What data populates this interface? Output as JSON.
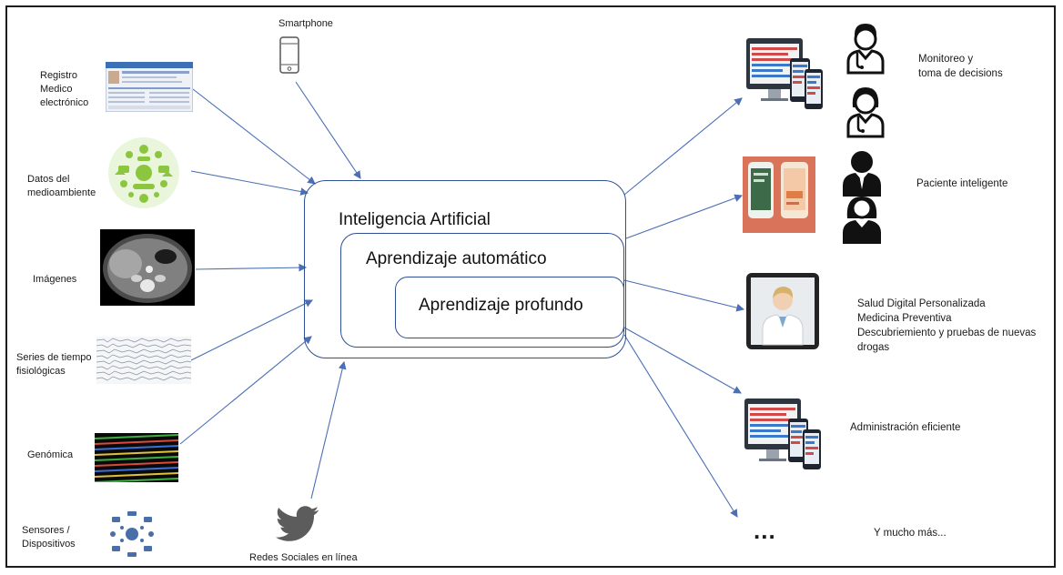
{
  "inputs": {
    "smartphone": "Smartphone",
    "ehr": [
      "Registro",
      "Medico",
      "electrónico"
    ],
    "environment": [
      "Datos del",
      "medioambiente"
    ],
    "images": "Imágenes",
    "timeseries": [
      "Series de tiempo",
      "fisiológicas"
    ],
    "genomics": "Genómica",
    "sensors": [
      "Sensores /",
      "Dispositivos"
    ],
    "social": "Redes Sociales en línea"
  },
  "core": {
    "ai": "Inteligencia Artificial",
    "ml": "Aprendizaje automático",
    "dl": "Aprendizaje profundo"
  },
  "outputs": {
    "monitoring": [
      "Monitoreo y",
      "toma de decisions"
    ],
    "patient": "Paciente inteligente",
    "digital_health": [
      "Salud Digital Personalizada",
      "Medicina Preventiva",
      "Descubriemiento y pruebas de nuevas",
      "drogas"
    ],
    "admin": "Administración eficiente",
    "ellipsis": "...",
    "more": "Y mucho más..."
  },
  "colors": {
    "arrow": "#4a6fb5",
    "box_border": "#2f4f95",
    "twitter": "#5c5c5c"
  }
}
